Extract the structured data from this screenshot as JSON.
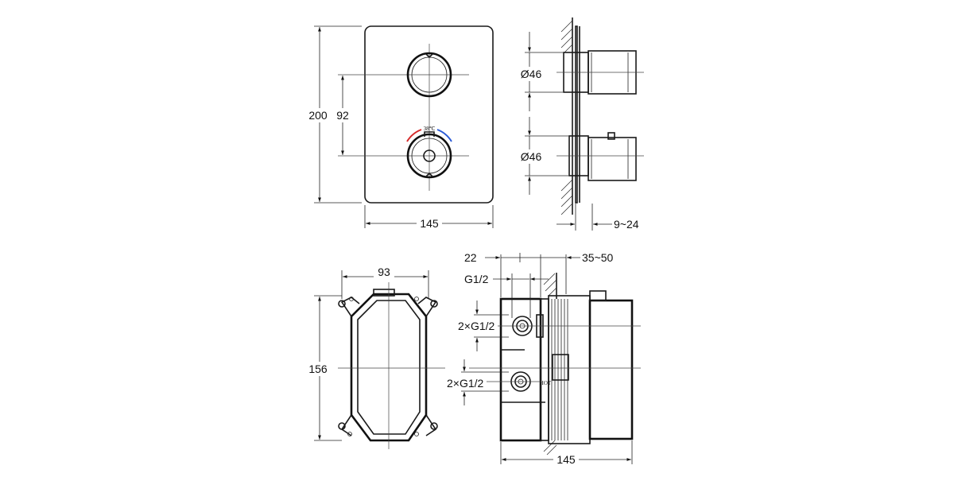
{
  "front_view": {
    "dim_height": "200",
    "dim_spacing": "92",
    "dim_width": "145",
    "temp_mark": "38℃"
  },
  "side_view": {
    "dim_diam_top": "Ø46",
    "dim_diam_bottom": "Ø46",
    "dim_projection": "9~24"
  },
  "box_front": {
    "dim_width": "93",
    "dim_height": "156"
  },
  "box_side": {
    "dim_offset": "22",
    "dim_depth_range": "35~50",
    "dim_thread": "G1/2",
    "dim_port_top": "2×G1/2",
    "dim_port_bottom": "2×G1/2",
    "dim_width": "145",
    "hot_label": "HOT"
  },
  "colors": {
    "line": "#1a1a1a",
    "hot_arc": "#d62b2b",
    "cold_arc": "#2b5bd6"
  }
}
